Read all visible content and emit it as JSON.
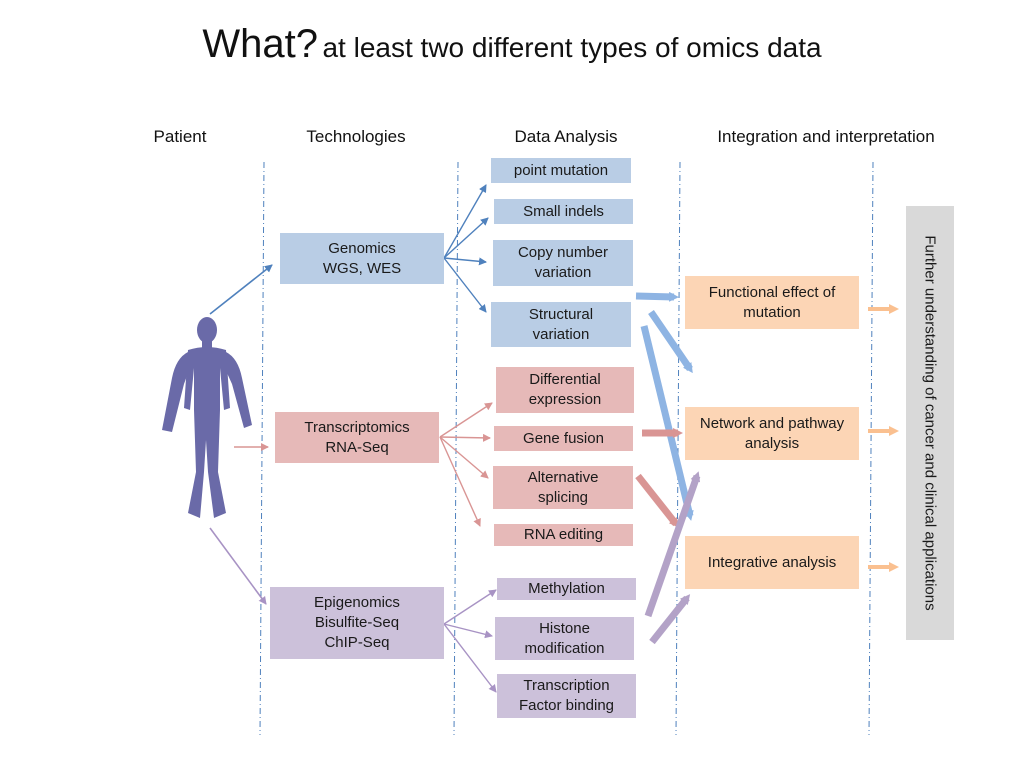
{
  "title": {
    "main": "What?",
    "sub": "at least two different types of omics data"
  },
  "columns": {
    "patient": "Patient",
    "technologies": "Technologies",
    "analysis": "Data Analysis",
    "integration": "Integration and interpretation"
  },
  "technologies": {
    "genomics": "Genomics\nWGS, WES",
    "transcriptomics": "Transcriptomics\nRNA-Seq",
    "epigenomics": "Epigenomics\nBisulfite-Seq\nChIP-Seq"
  },
  "analysis": {
    "point_mutation": "point mutation",
    "small_indels": "Small indels",
    "copy_number": "Copy number\nvariation",
    "structural": "Structural\nvariation",
    "differential_expression": "Differential\nexpression",
    "gene_fusion": "Gene fusion",
    "alternative_splicing": "Alternative\nsplicing",
    "rna_editing": "RNA editing",
    "methylation": "Methylation",
    "histone_modification": "Histone\nmodification",
    "tf_binding": "Transcription\nFactor binding"
  },
  "integration": {
    "functional_effect": "Functional effect of\nmutation",
    "network_pathway": "Network and pathway\nanalysis",
    "integrative": "Integrative analysis"
  },
  "outcome": "Further understanding of cancer and clinical applications",
  "colors": {
    "genomics": "#4f81bd",
    "transcriptomics": "#d99594",
    "epigenomics": "#a893c4",
    "integration": "#fac090",
    "divider": "#4f81bd",
    "figure": "#6a6aa8"
  },
  "icons": {
    "patient": "human-figure-icon"
  }
}
